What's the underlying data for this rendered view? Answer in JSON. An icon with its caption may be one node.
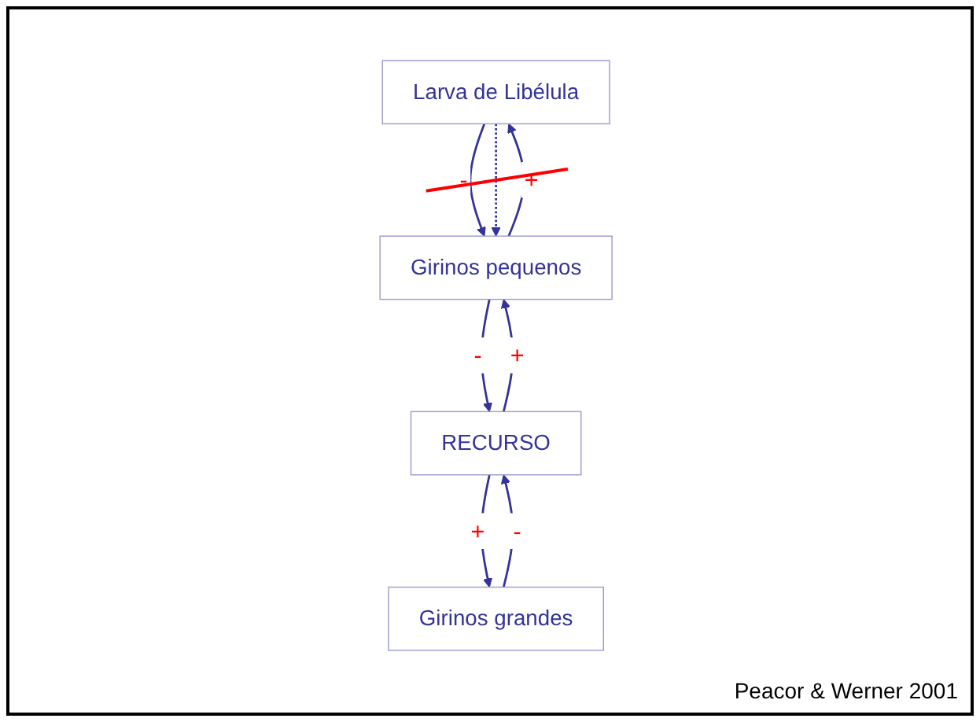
{
  "diagram": {
    "caption": "Peacor & Werner 2001",
    "nodes": [
      {
        "text": [
          "Larva de Libélula"
        ]
      },
      {
        "text": [
          "Girinos pequenos"
        ]
      },
      {
        "text": [
          "Girinos grandes"
        ]
      },
      {
        "text": [
          "RECURSO"
        ]
      }
    ],
    "edges": [
      {
        "from": 0,
        "to": 1,
        "arrow": "to",
        "label": "-"
      },
      {
        "from": 1,
        "to": 0,
        "arrow": "to",
        "label": "+"
      },
      {
        "from": 0,
        "to": 1,
        "arrow": "to",
        "style": "dashed"
      },
      {
        "from": 1,
        "to": 3,
        "arrow": "to",
        "label": "-"
      },
      {
        "from": 3,
        "to": 1,
        "arrow": "to",
        "label": "+"
      },
      {
        "from": 3,
        "to": 2,
        "arrow": "to",
        "label": "+"
      },
      {
        "from": 2,
        "to": 3,
        "arrow": "to",
        "label": "-"
      }
    ]
  }
}
